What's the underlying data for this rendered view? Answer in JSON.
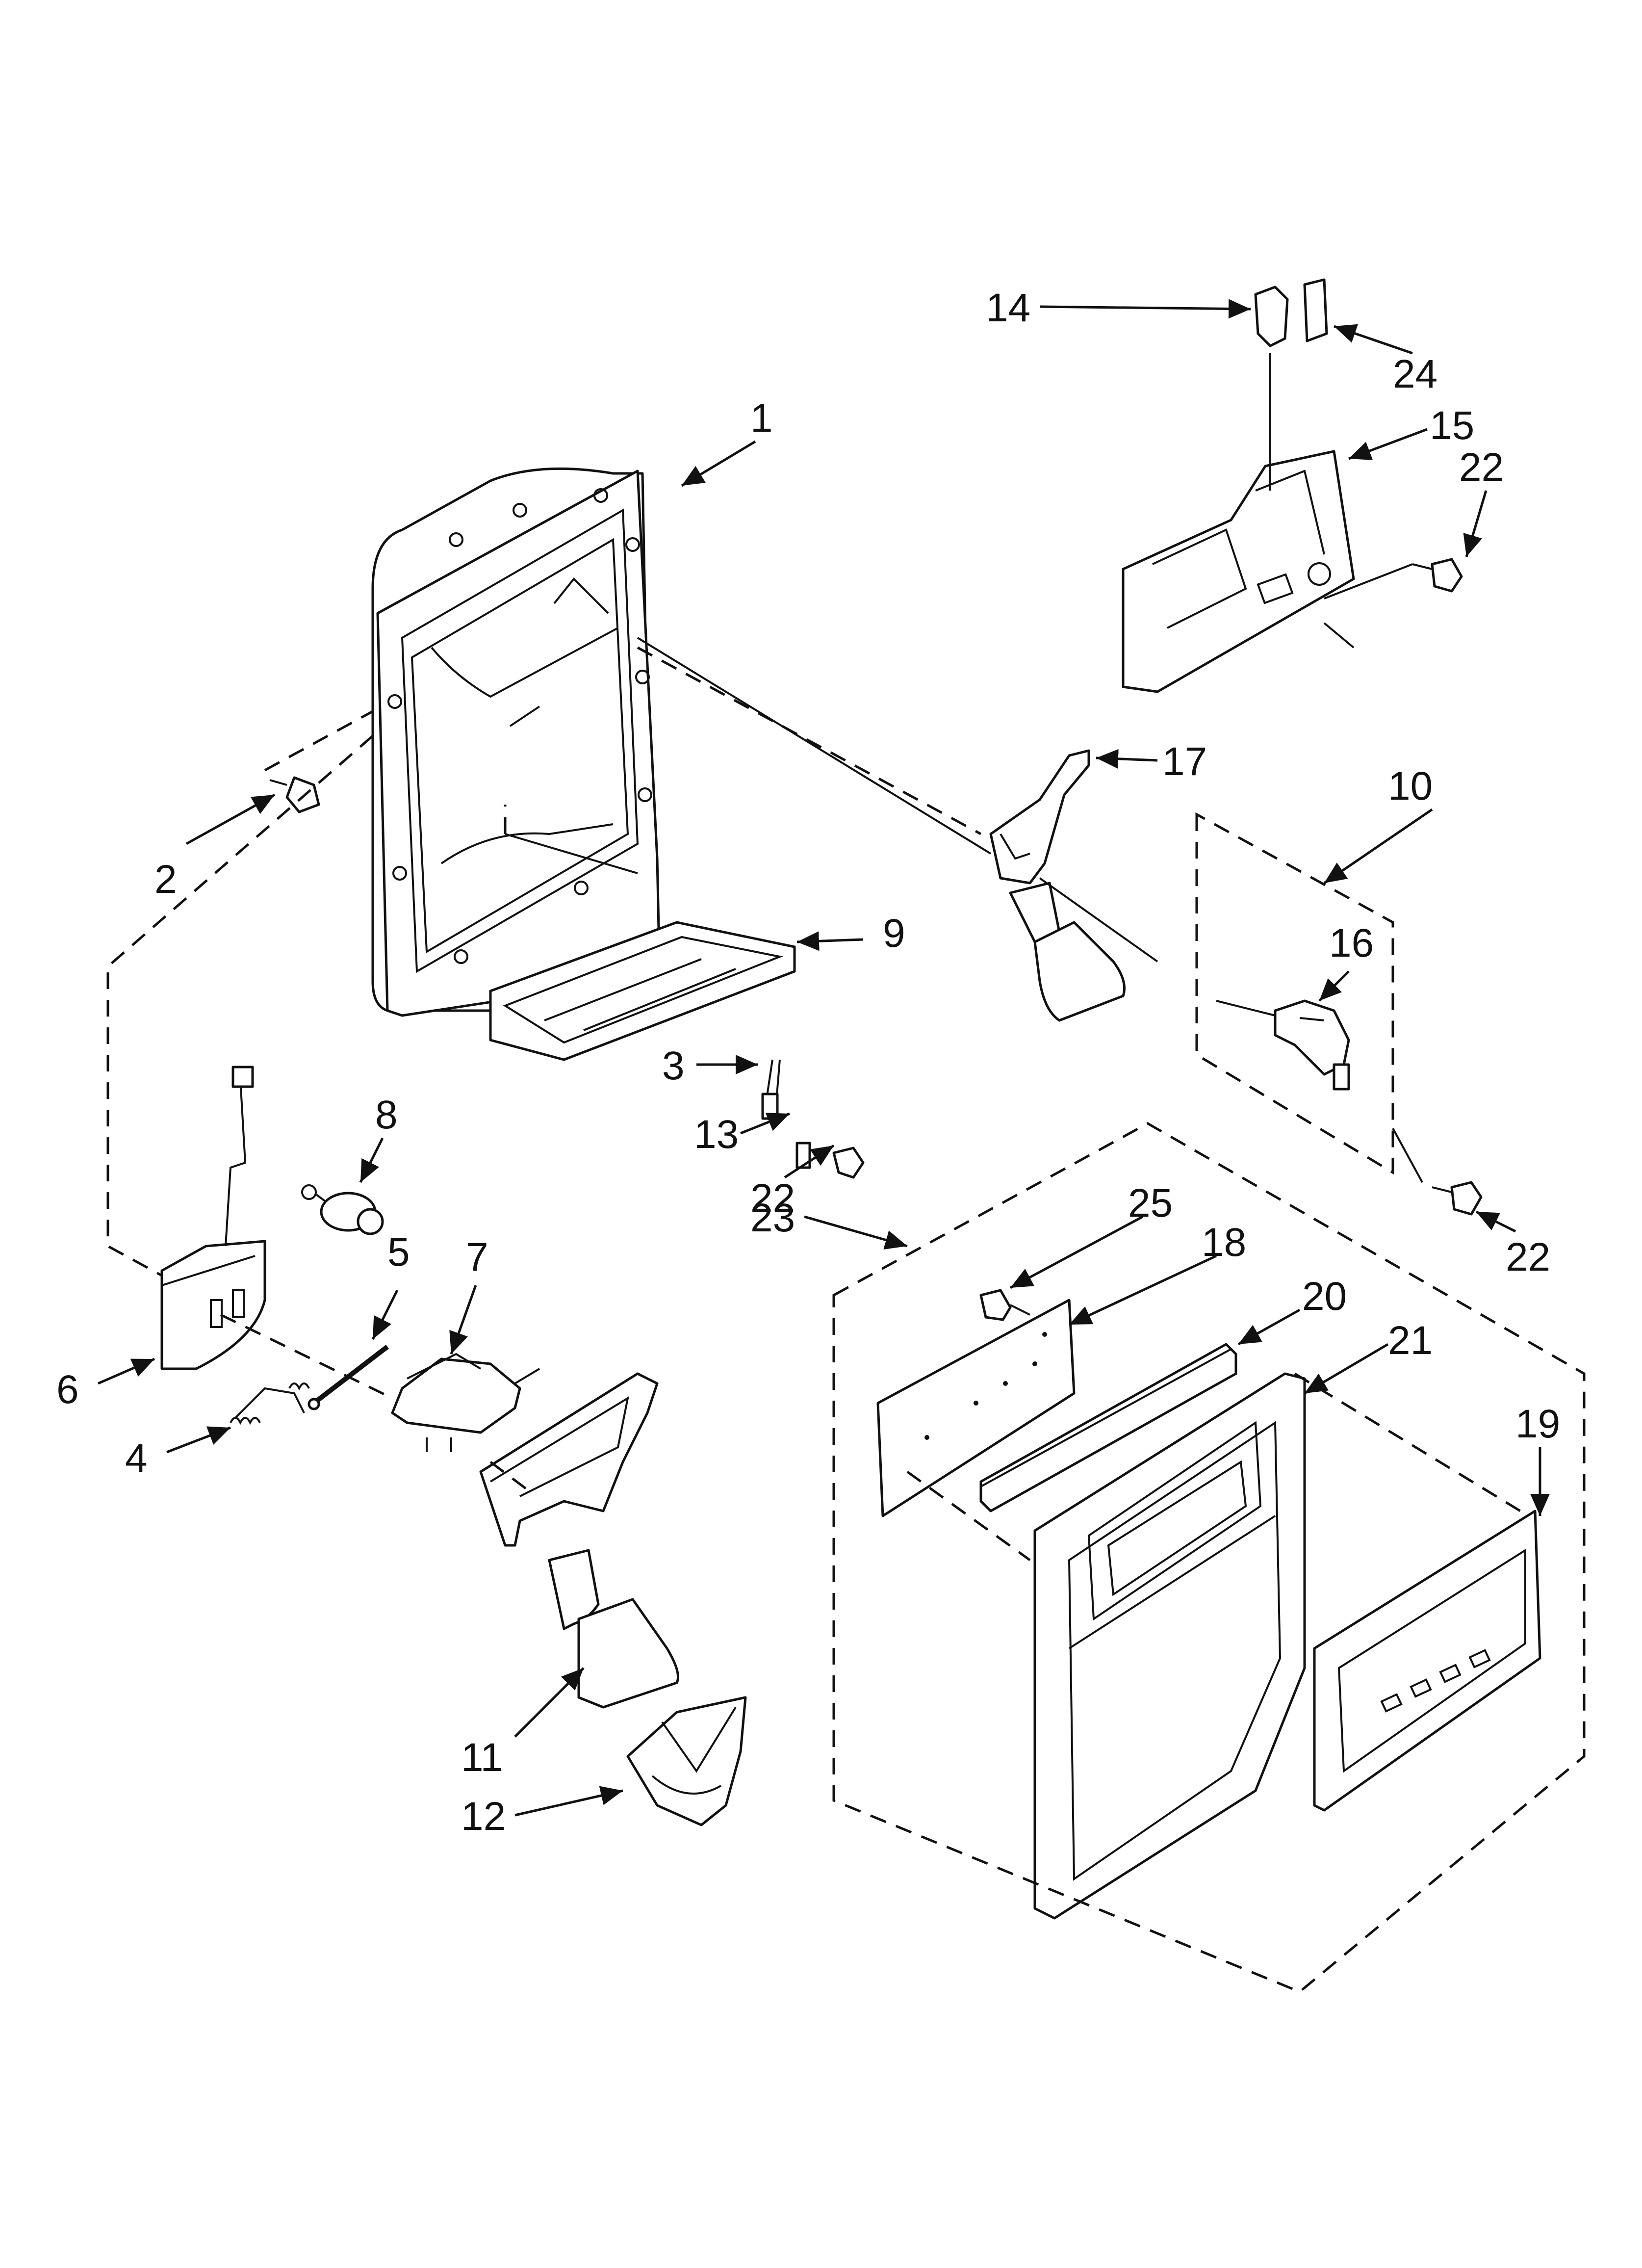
{
  "callouts": [
    {
      "id": "1",
      "label": "1"
    },
    {
      "id": "2",
      "label": "2"
    },
    {
      "id": "3",
      "label": "3"
    },
    {
      "id": "4",
      "label": "4"
    },
    {
      "id": "5",
      "label": "5"
    },
    {
      "id": "6",
      "label": "6"
    },
    {
      "id": "7",
      "label": "7"
    },
    {
      "id": "8",
      "label": "8"
    },
    {
      "id": "9",
      "label": "9"
    },
    {
      "id": "10",
      "label": "10"
    },
    {
      "id": "11",
      "label": "11"
    },
    {
      "id": "12",
      "label": "12"
    },
    {
      "id": "13",
      "label": "13"
    },
    {
      "id": "14",
      "label": "14"
    },
    {
      "id": "15",
      "label": "15"
    },
    {
      "id": "16",
      "label": "16"
    },
    {
      "id": "17",
      "label": "17"
    },
    {
      "id": "18",
      "label": "18"
    },
    {
      "id": "19",
      "label": "19"
    },
    {
      "id": "20",
      "label": "20"
    },
    {
      "id": "21",
      "label": "21"
    },
    {
      "id": "22a",
      "label": "22"
    },
    {
      "id": "22b",
      "label": "22"
    },
    {
      "id": "22c",
      "label": "22"
    },
    {
      "id": "23",
      "label": "23"
    },
    {
      "id": "24",
      "label": "24"
    },
    {
      "id": "25",
      "label": "25"
    }
  ],
  "colors": {
    "ink": "#111111",
    "paper": "#ffffff"
  }
}
